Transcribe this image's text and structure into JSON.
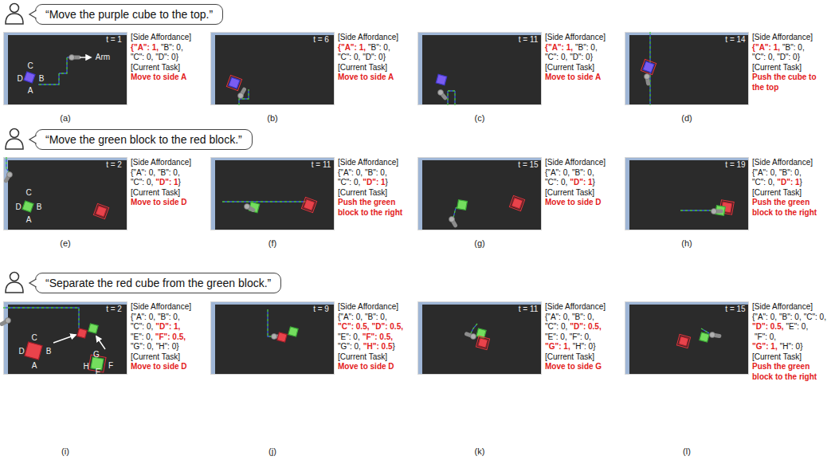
{
  "diagram": {
    "nodes": [
      {
        "text": [
          "“Move the purple cube to the top.”"
        ]
      },
      {
        "text": [
          "t = 1",
          "C",
          "D",
          "B",
          "A",
          "Arm"
        ]
      },
      {
        "text": [
          "t = 6"
        ]
      },
      {
        "text": [
          "t = 11"
        ]
      },
      {
        "text": [
          "t = 14"
        ]
      },
      {
        "text": [
          "“Move the green block to the red block.”"
        ]
      },
      {
        "text": [
          "t = 2",
          "C",
          "D",
          "B",
          "A"
        ]
      },
      {
        "text": [
          "t = 11"
        ]
      },
      {
        "text": [
          "t = 15"
        ]
      },
      {
        "text": [
          "t = 19"
        ]
      },
      {
        "text": [
          "“Separate the red cube from the green block.”"
        ]
      },
      {
        "text": [
          "t = 2",
          "C",
          "D",
          "B",
          "A",
          "G",
          "H",
          "F",
          "E"
        ]
      },
      {
        "text": [
          "t = 9"
        ]
      },
      {
        "text": [
          "t = 11"
        ]
      },
      {
        "text": [
          "t = 15"
        ]
      }
    ],
    "labels": [
      "[Side Affordance]",
      "{\"A\": 1,",
      "\"B\": 0,",
      "\"C\": 0,",
      "\"D\": 0}",
      "[Current Task]",
      "Move to side A",
      "(a)",
      "[Side Affordance]",
      "{\"A\": 1,",
      "\"B\": 0,",
      "\"C\": 0,",
      "\"D\": 0}",
      "[Current Task]",
      "Move to side A",
      "(b)",
      "[Side Affordance]",
      "{\"A\": 1,",
      "\"B\": 0,",
      "\"C\": 0,",
      "\"D\": 0}",
      "[Current Task]",
      "Move to side A",
      "(c)",
      "[Side Affordance]",
      "{\"A\": 1,",
      "\"B\": 0,",
      "\"C\": 0,",
      "\"D\": 0}",
      "[Current Task]",
      "Push the cube to the top",
      "(d)",
      "[Side Affordance]",
      "{\"A\": 0,",
      "\"B\": 0,",
      "\"C\": 0,",
      "\"D\": 1",
      "}",
      "[Current Task]",
      "Move to side D",
      "(e)",
      "[Side Affordance]",
      "{\"A\": 0,",
      "\"B\": 0,",
      "\"C\": 0,",
      "\"D\": 1",
      "}",
      "[Current Task]",
      "Push the green block to the right",
      "(f)",
      "[Side Affordance]",
      "{\"A\": 0,",
      "\"B\": 0,",
      "\"C\": 0,",
      "\"D\": 1",
      "}",
      "[Current Task]",
      "Move to side D",
      "(g)",
      "[Side Affordance]",
      "{\"A\": 0,",
      "\"B\": 0,",
      "\"C\": 0,",
      "\"D\": 1",
      "}",
      "[Current Task]",
      "Push the green block to the right",
      "(h)",
      "[Side Affordance]",
      "{\"A\": 0,",
      "\"B\": 0,",
      "\"C\": 0,",
      "\"D\": 1,",
      "\"E\": 0,",
      "\"F\": 0.5,",
      "\"G\": 0,",
      "\"H\": 0}",
      "[Current Task]",
      "Move to side D",
      "(i)",
      "[Side Affordance]",
      "{\"A\": 0,",
      "\"B\": 0,",
      "\"C\": 0.5,",
      "\"D\": 0.5,",
      "\"E\": 0,",
      "\"F\": 0.5,",
      "\"G\": 0,",
      "\"H\": 0.5",
      "}",
      "[Current Task]",
      "Move to side D",
      "(j)",
      "[Side Affordance]",
      "{\"A\": 0,",
      "\"B\": 0,",
      "\"C\": 0,",
      "\"D\": 0.5,",
      "\"E\": 0,",
      "\"F\": 0,",
      "\"G\": 1,",
      "\"H\": 0}",
      "[Current Task]",
      "Move to side G",
      "(k)",
      "[Side Affordance]",
      "{\"A\": 0,",
      "\"B\": 0,",
      "\"C\": 0,",
      "\"D\": 0.5,",
      "\"E\": 0,",
      "\"F\": 0,",
      "\"G\": 1,",
      "\"H\": 0}",
      "[Current Task]",
      "Push the green block to the right",
      "(l)"
    ]
  }
}
